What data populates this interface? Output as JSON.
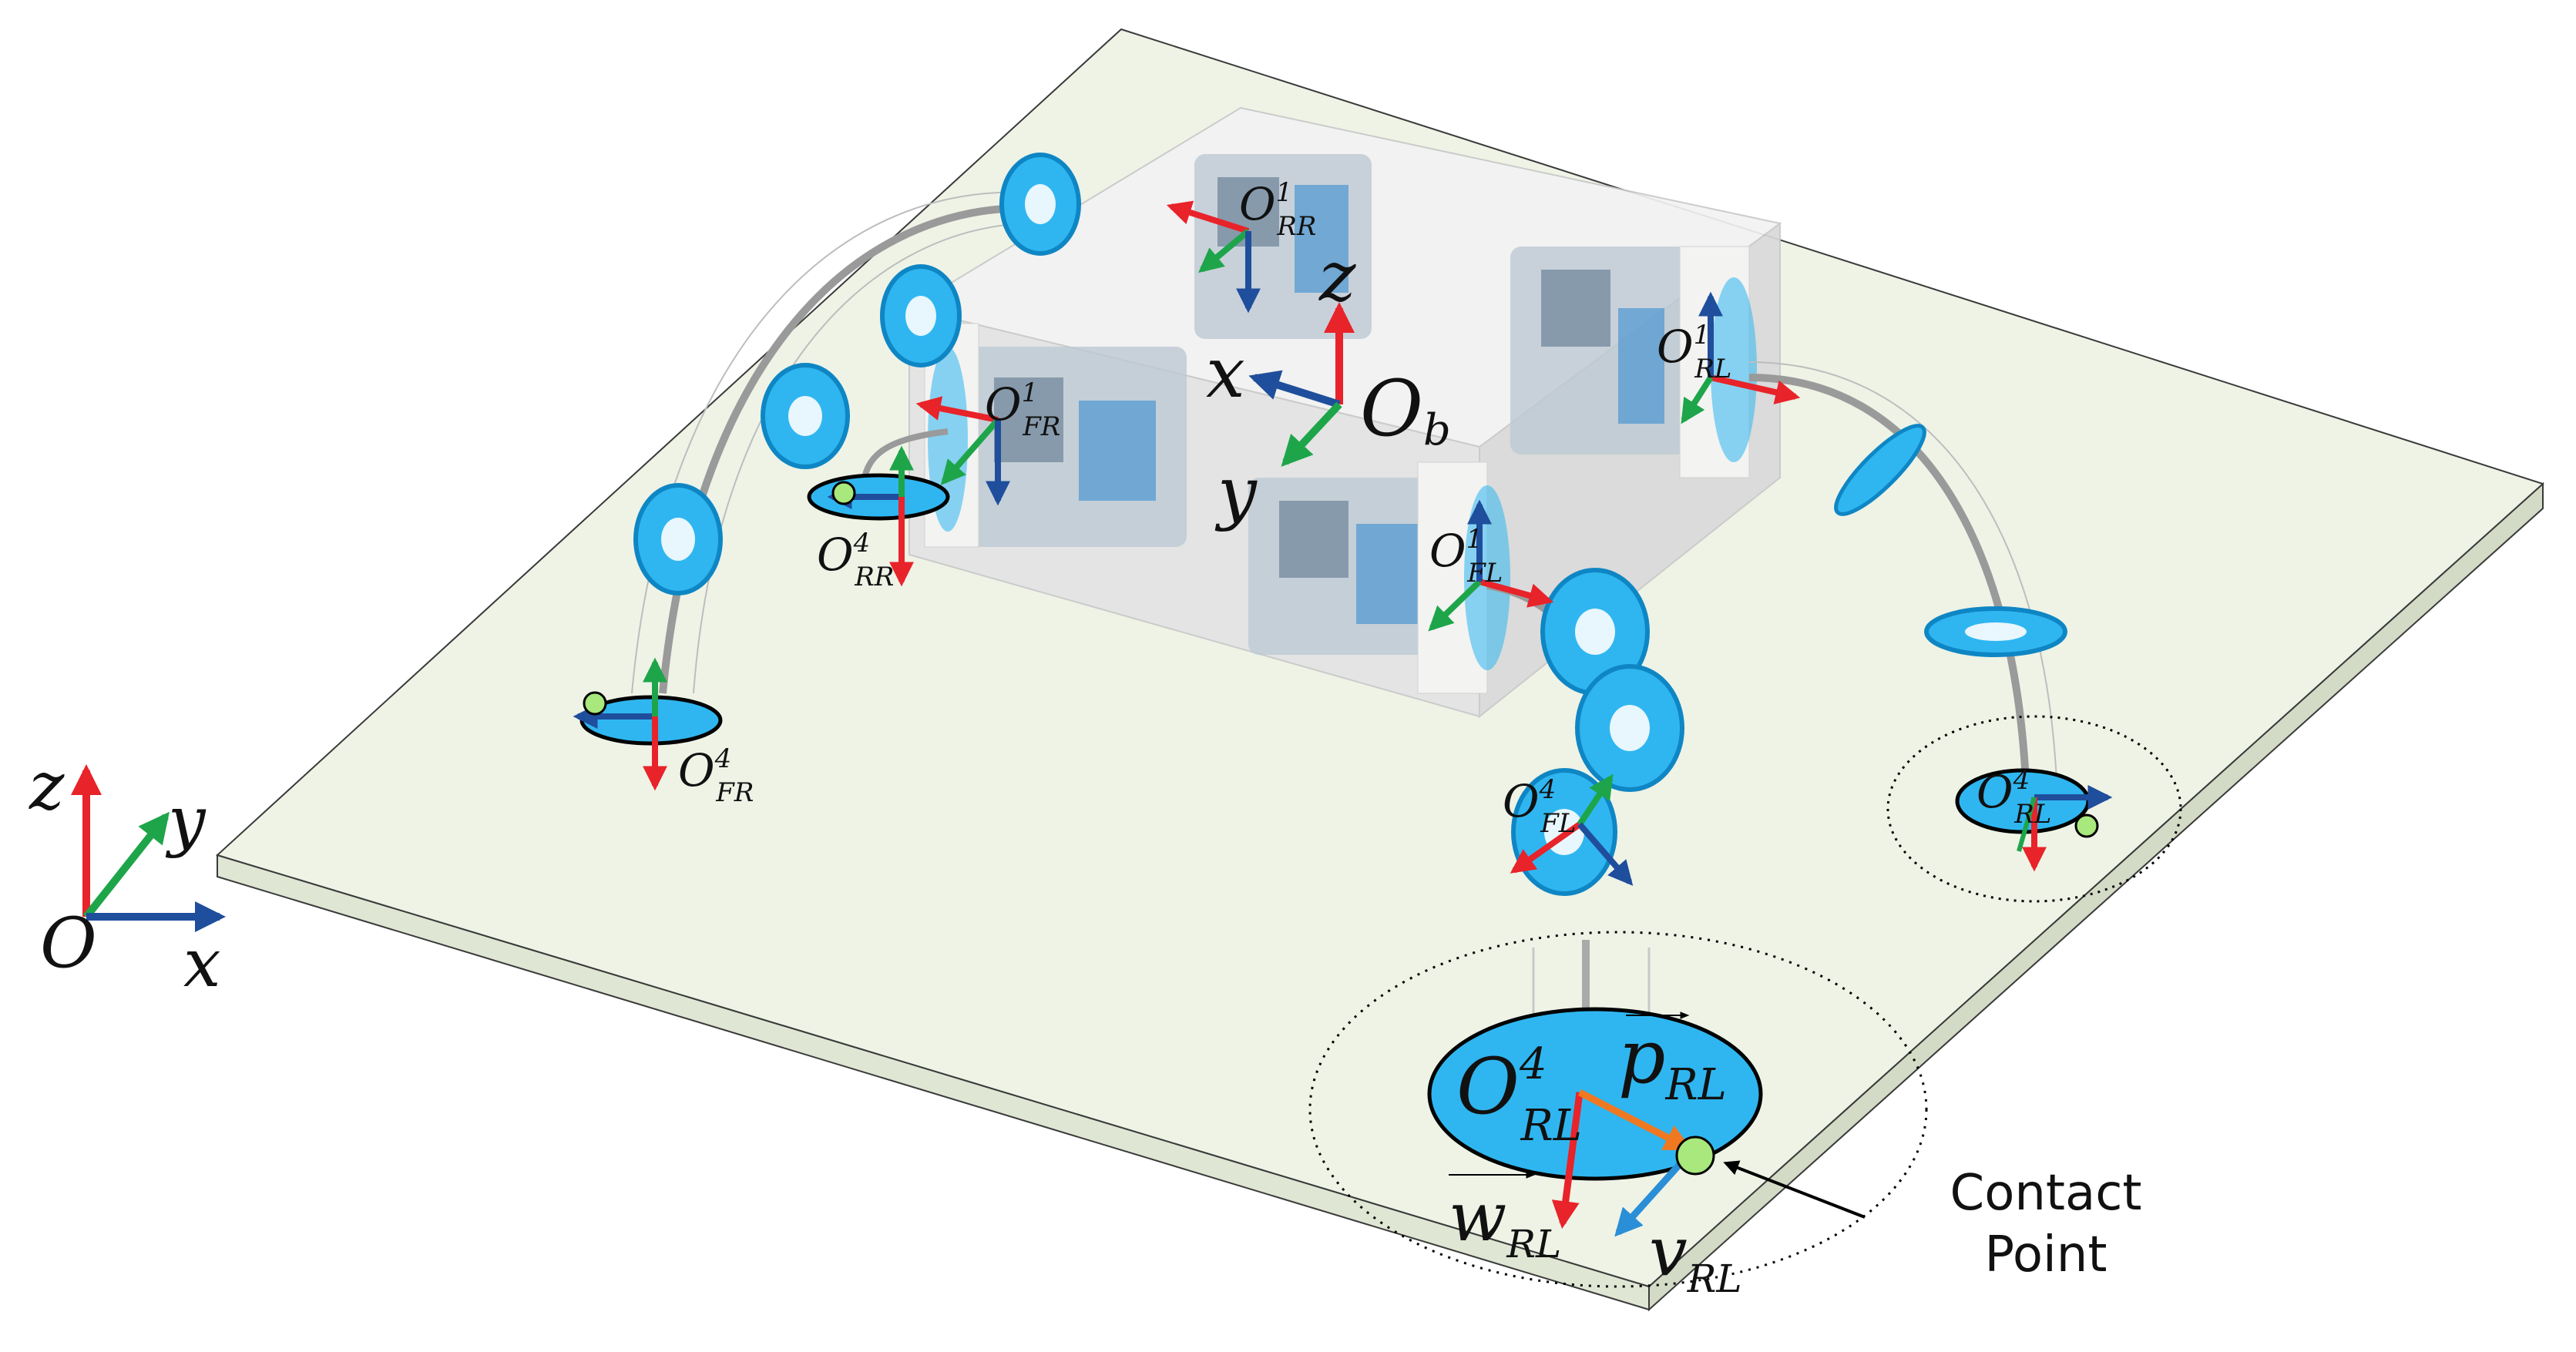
{
  "colors": {
    "plate_top": "#eef3e6",
    "plate_side": "#dfe6d4",
    "plate_edge": "#3a3a3a",
    "wheel": "#2fb6f0",
    "wheel_dark": "#0f86c4",
    "x_axis": "#1f4e9c",
    "y_axis": "#1ea54a",
    "z_axis": "#e8232a",
    "p_vector": "#f07820",
    "v_vector": "#2a8fd6",
    "contact": "#a8e87c",
    "robot_body": "#e7e7e7"
  },
  "world_frame": {
    "z": "z",
    "y": "y",
    "x": "x",
    "origin": "O"
  },
  "body_frame": {
    "z": "z",
    "x": "x",
    "y": "y",
    "origin": "O",
    "origin_sub": "b"
  },
  "frame_labels": {
    "rr1": {
      "main": "O",
      "sup": "1",
      "sub": "RR"
    },
    "fr1": {
      "main": "O",
      "sup": "1",
      "sub": "FR"
    },
    "rl1": {
      "main": "O",
      "sup": "1",
      "sub": "RL"
    },
    "fl1": {
      "main": "O",
      "sup": "1",
      "sub": "FL"
    },
    "rr4": {
      "main": "O",
      "sup": "4",
      "sub": "RR"
    },
    "fr4": {
      "main": "O",
      "sup": "4",
      "sub": "FR"
    },
    "fl4": {
      "main": "O",
      "sup": "4",
      "sub": "FL"
    },
    "rl4": {
      "main": "O",
      "sup": "4",
      "sub": "RL"
    }
  },
  "inset": {
    "origin": {
      "main": "O",
      "sup": "4",
      "sub": "RL"
    },
    "p": {
      "main": "p",
      "sub": "RL"
    },
    "w": {
      "main": "w",
      "sub": "RL"
    },
    "v": {
      "main": "v",
      "sub": "RL"
    },
    "contact_line1": "Contact",
    "contact_line2": "Point"
  }
}
